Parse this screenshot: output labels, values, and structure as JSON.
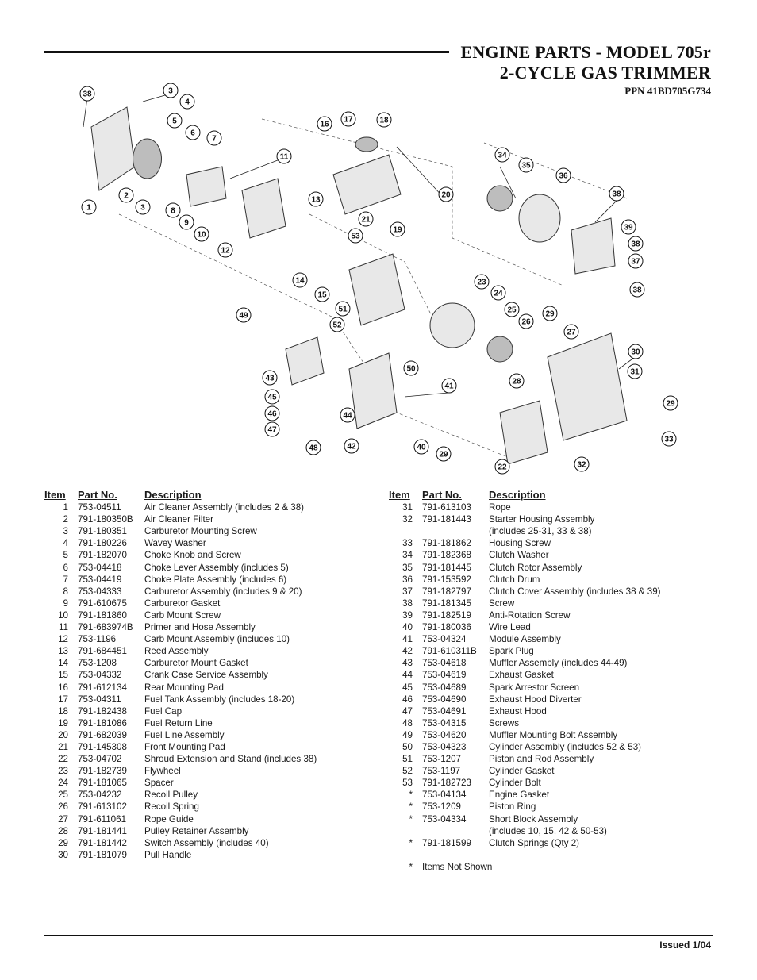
{
  "header": {
    "title_line1": "ENGINE PARTS - MODEL 705r",
    "title_line2": "2-CYCLE GAS TRIMMER",
    "ppn": "PPN 41BD705G734"
  },
  "diagram": {
    "callouts": [
      "38",
      "3",
      "4",
      "5",
      "6",
      "7",
      "1",
      "2",
      "3",
      "8",
      "9",
      "10",
      "12",
      "11",
      "13",
      "16",
      "17",
      "18",
      "20",
      "21",
      "19",
      "53",
      "14",
      "15",
      "34",
      "35",
      "36",
      "38",
      "39",
      "38",
      "37",
      "38",
      "49",
      "51",
      "52",
      "50",
      "43",
      "45",
      "46",
      "47",
      "48",
      "44",
      "42",
      "41",
      "40",
      "29",
      "23",
      "24",
      "25",
      "26",
      "28",
      "29",
      "27",
      "30",
      "31",
      "22",
      "32",
      "29",
      "33"
    ]
  },
  "table_headers": {
    "item": "Item",
    "part": "Part No.",
    "desc": "Description"
  },
  "parts_left": [
    {
      "item": "1",
      "part": "753-04511",
      "desc": "Air Cleaner Assembly (includes 2 & 38)"
    },
    {
      "item": "2",
      "part": "791-180350B",
      "desc": "Air Cleaner Filter"
    },
    {
      "item": "3",
      "part": "791-180351",
      "desc": "Carburetor Mounting Screw"
    },
    {
      "item": "4",
      "part": "791-180226",
      "desc": "Wavey Washer"
    },
    {
      "item": "5",
      "part": "791-182070",
      "desc": "Choke Knob and Screw"
    },
    {
      "item": "6",
      "part": "753-04418",
      "desc": "Choke Lever Assembly (includes 5)"
    },
    {
      "item": "7",
      "part": "753-04419",
      "desc": "Choke Plate Assembly (includes 6)"
    },
    {
      "item": "8",
      "part": "753-04333",
      "desc": "Carburetor Assembly (includes 9 & 20)"
    },
    {
      "item": "9",
      "part": "791-610675",
      "desc": "Carburetor Gasket"
    },
    {
      "item": "10",
      "part": "791-181860",
      "desc": "Carb Mount Screw"
    },
    {
      "item": "11",
      "part": "791-683974B",
      "desc": "Primer and Hose Assembly"
    },
    {
      "item": "12",
      "part": "753-1196",
      "desc": "Carb Mount Assembly (includes 10)"
    },
    {
      "item": "13",
      "part": "791-684451",
      "desc": "Reed Assembly"
    },
    {
      "item": "14",
      "part": "753-1208",
      "desc": "Carburetor Mount Gasket"
    },
    {
      "item": "15",
      "part": "753-04332",
      "desc": "Crank Case Service Assembly"
    },
    {
      "item": "16",
      "part": "791-612134",
      "desc": "Rear Mounting Pad"
    },
    {
      "item": "17",
      "part": "753-04311",
      "desc": "Fuel Tank Assembly (includes 18-20)"
    },
    {
      "item": "18",
      "part": "791-182438",
      "desc": "Fuel Cap"
    },
    {
      "item": "19",
      "part": "791-181086",
      "desc": "Fuel Return Line"
    },
    {
      "item": "20",
      "part": "791-682039",
      "desc": "Fuel Line Assembly"
    },
    {
      "item": "21",
      "part": "791-145308",
      "desc": "Front Mounting Pad"
    },
    {
      "item": "22",
      "part": "753-04702",
      "desc": "Shroud Extension and Stand (includes 38)"
    },
    {
      "item": "23",
      "part": "791-182739",
      "desc": "Flywheel"
    },
    {
      "item": "24",
      "part": "791-181065",
      "desc": "Spacer"
    },
    {
      "item": "25",
      "part": "753-04232",
      "desc": "Recoil Pulley"
    },
    {
      "item": "26",
      "part": "791-613102",
      "desc": "Recoil Spring"
    },
    {
      "item": "27",
      "part": "791-611061",
      "desc": "Rope Guide"
    },
    {
      "item": "28",
      "part": "791-181441",
      "desc": "Pulley Retainer Assembly"
    },
    {
      "item": "29",
      "part": "791-181442",
      "desc": "Switch Assembly (includes 40)"
    },
    {
      "item": "30",
      "part": "791-181079",
      "desc": "Pull Handle"
    }
  ],
  "parts_right": [
    {
      "item": "31",
      "part": "791-613103",
      "desc": "Rope"
    },
    {
      "item": "32",
      "part": "791-181443",
      "desc": "Starter Housing Assembly",
      "desc2": "(includes 25-31, 33 & 38)"
    },
    {
      "item": "33",
      "part": "791-181862",
      "desc": "Housing Screw"
    },
    {
      "item": "34",
      "part": "791-182368",
      "desc": "Clutch Washer"
    },
    {
      "item": "35",
      "part": "791-181445",
      "desc": "Clutch Rotor Assembly"
    },
    {
      "item": "36",
      "part": "791-153592",
      "desc": "Clutch Drum"
    },
    {
      "item": "37",
      "part": "791-182797",
      "desc": "Clutch Cover Assembly (includes 38 & 39)"
    },
    {
      "item": "38",
      "part": "791-181345",
      "desc": "Screw"
    },
    {
      "item": "39",
      "part": "791-182519",
      "desc": "Anti-Rotation Screw"
    },
    {
      "item": "40",
      "part": "791-180036",
      "desc": "Wire Lead"
    },
    {
      "item": "41",
      "part": "753-04324",
      "desc": "Module Assembly"
    },
    {
      "item": "42",
      "part": "791-610311B",
      "desc": "Spark Plug"
    },
    {
      "item": "43",
      "part": "753-04618",
      "desc": "Muffler Assembly (includes 44-49)"
    },
    {
      "item": "44",
      "part": "753-04619",
      "desc": "Exhaust Gasket"
    },
    {
      "item": "45",
      "part": "753-04689",
      "desc": "Spark Arrestor Screen"
    },
    {
      "item": "46",
      "part": "753-04690",
      "desc": "Exhaust Hood Diverter"
    },
    {
      "item": "47",
      "part": "753-04691",
      "desc": "Exhaust Hood"
    },
    {
      "item": "48",
      "part": "753-04315",
      "desc": "Screws"
    },
    {
      "item": "49",
      "part": "753-04620",
      "desc": "Muffler Mounting Bolt Assembly"
    },
    {
      "item": "50",
      "part": "753-04323",
      "desc": "Cylinder Assembly (includes 52 & 53)"
    },
    {
      "item": "51",
      "part": "753-1207",
      "desc": "Piston and Rod Assembly"
    },
    {
      "item": "52",
      "part": "753-1197",
      "desc": "Cylinder Gasket"
    },
    {
      "item": "53",
      "part": "791-182723",
      "desc": "Cylinder Bolt"
    },
    {
      "item": "*",
      "part": "753-04134",
      "desc": "Engine Gasket"
    },
    {
      "item": "*",
      "part": "753-1209",
      "desc": "Piston Ring"
    },
    {
      "item": "*",
      "part": "753-04334",
      "desc": "Short Block Assembly",
      "desc2": "(includes 10, 15, 42 & 50-53)"
    },
    {
      "item": "*",
      "part": "791-181599",
      "desc": "Clutch Springs (Qty 2)"
    }
  ],
  "footnote": {
    "symbol": "*",
    "text": "Items Not Shown"
  },
  "footer": {
    "issued": "Issued 1/04"
  }
}
